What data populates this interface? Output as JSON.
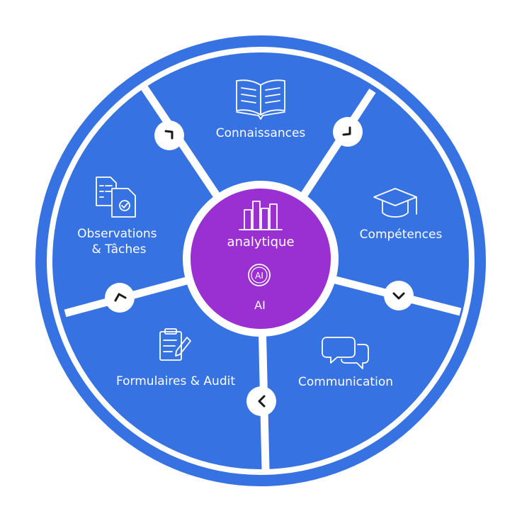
{
  "colors": {
    "segment": "#3672E2",
    "ring": "#3672E2",
    "divider": "#ffffff",
    "hub": "#9A2FD2",
    "hub_border": "#ffffff",
    "connector_fill": "#ffffff",
    "chevron": "#1a1a1a"
  },
  "segments": [
    {
      "id": "connaissances",
      "label_lines": [
        "Connaissances"
      ],
      "icon": "open-book-icon"
    },
    {
      "id": "competences",
      "label_lines": [
        "Compétences"
      ],
      "icon": "graduation-cap-icon"
    },
    {
      "id": "communication",
      "label_lines": [
        "Communication"
      ],
      "icon": "chat-bubbles-icon"
    },
    {
      "id": "formulaires",
      "label_lines": [
        "Formulaires & Audit"
      ],
      "icon": "clipboard-pen-icon"
    },
    {
      "id": "observations",
      "label_lines": [
        "Observations",
        "& Tâches"
      ],
      "icon": "documents-check-icon"
    }
  ],
  "hub": {
    "title": "analytique",
    "badge_text": "AI",
    "subtitle": "AI",
    "icon": "bar-chart-icon"
  },
  "connectors": [
    {
      "icon": "chevron-icon"
    },
    {
      "icon": "chevron-icon"
    },
    {
      "icon": "chevron-icon"
    },
    {
      "icon": "chevron-icon"
    },
    {
      "icon": "chevron-icon"
    }
  ]
}
